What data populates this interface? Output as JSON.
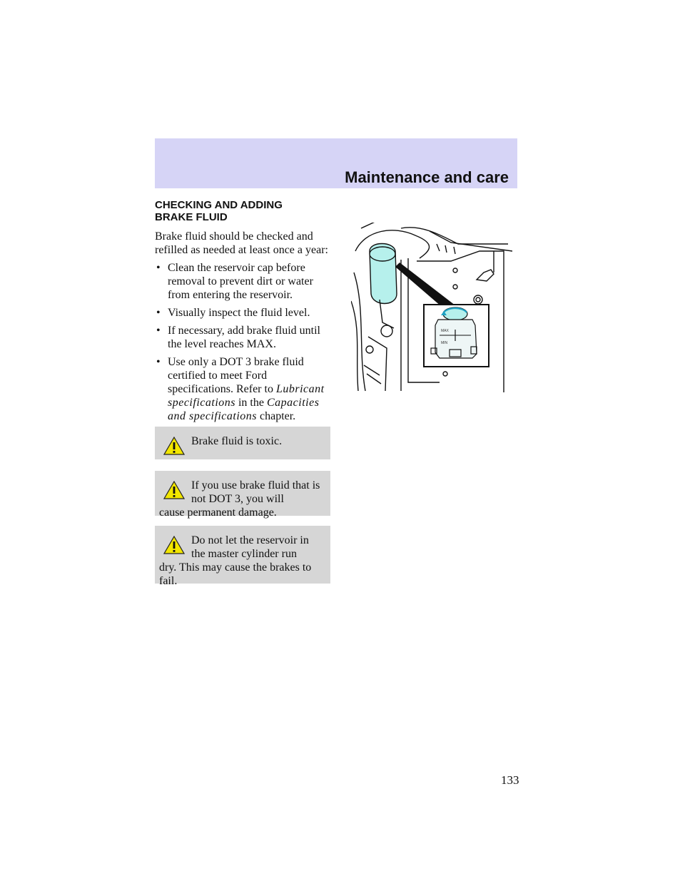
{
  "header": {
    "title": "Maintenance and care"
  },
  "section": {
    "title_line1": "CHECKING AND ADDING",
    "title_line2": "BRAKE FLUID",
    "intro": "Brake fluid should be checked and refilled as needed at least once a year:"
  },
  "bullets": [
    {
      "text": "Clean the reservoir cap before removal to prevent dirt or water from entering the reservoir."
    },
    {
      "text": "Visually inspect the fluid level."
    },
    {
      "text": "If necessary, add brake fluid until the level reaches MAX."
    }
  ],
  "last_bullet": {
    "text_start": "Use only a DOT 3 brake fluid certified to meet Ford specifications. Refer to",
    "ref1": "Lubricant specifications",
    "mid": "in the",
    "ref2": "Capacities and specifications",
    "end": "chapter."
  },
  "warnings": [
    {
      "first": "Brake fluid is toxic.",
      "rest": ""
    },
    {
      "first": "If you use brake fluid that is not DOT 3, you will",
      "rest": "cause permanent damage."
    },
    {
      "first": "Do not let the reservoir in the master cylinder run",
      "rest": "dry. This may cause the brakes to fail."
    }
  ],
  "illustration": {
    "max_label": "MAX",
    "min_label": "MIN"
  },
  "page_number": "133"
}
